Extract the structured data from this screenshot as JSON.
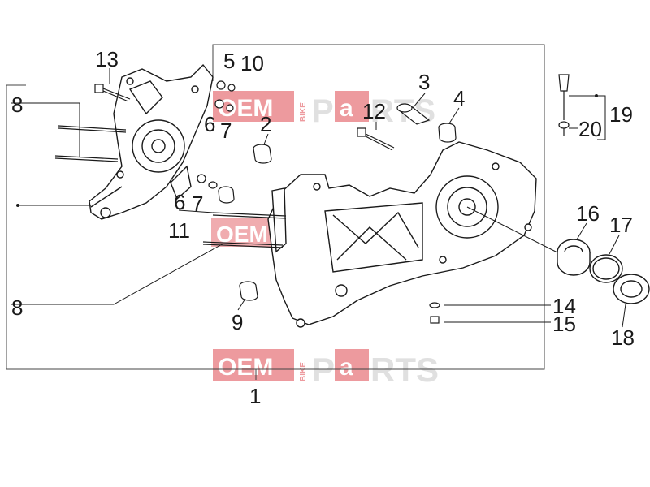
{
  "watermark": {
    "oem": "OEM",
    "bike": "BIKE",
    "parts_p": "P",
    "parts_a": "a",
    "parts_rts": "RTS",
    "color": "#e0484f"
  },
  "callouts": {
    "c1": "1",
    "c2": "2",
    "c3": "3",
    "c4": "4",
    "c5": "5",
    "c6a": "6",
    "c6b": "6",
    "c7a": "7",
    "c7b": "7",
    "c8a": "8",
    "c8b": "8",
    "c9": "9",
    "c10": "10",
    "c11": "11",
    "c12": "12",
    "c13": "13",
    "c14": "14",
    "c15": "15",
    "c16": "16",
    "c17": "17",
    "c18": "18",
    "c19": "19",
    "c20": "20"
  },
  "colors": {
    "line": "#1a1a1a",
    "frame": "#444444"
  }
}
